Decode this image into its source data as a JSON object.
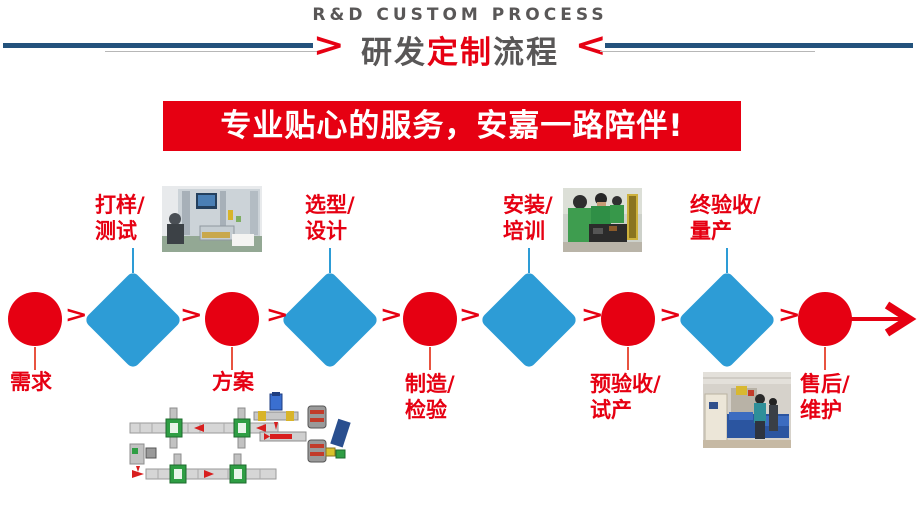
{
  "header": {
    "title_en": "R&D CUSTOM PROCESS",
    "title_cn_prefix": "研发",
    "title_cn_highlight": "定制",
    "title_cn_suffix": "流程",
    "left_chevron": ">",
    "right_chevron": "<"
  },
  "banner": {
    "text": "专业贴心的服务，安嘉一路陪伴!"
  },
  "flow": {
    "connector_chevron": ">",
    "steps": [
      {
        "type": "circle",
        "label": "需求",
        "lines": [
          "需求"
        ],
        "label_position": "below"
      },
      {
        "type": "diamond",
        "label": "打样/测试",
        "lines": [
          "打样/",
          "测试"
        ],
        "label_position": "above"
      },
      {
        "type": "circle",
        "label": "方案",
        "lines": [
          "方案"
        ],
        "label_position": "below"
      },
      {
        "type": "diamond",
        "label": "选型/设计",
        "lines": [
          "选型/",
          "设计"
        ],
        "label_position": "above"
      },
      {
        "type": "circle",
        "label": "制造/检验",
        "lines": [
          "制造/",
          "检验"
        ],
        "label_position": "below"
      },
      {
        "type": "diamond",
        "label": "安装/培训",
        "lines": [
          "安装/",
          "培训"
        ],
        "label_position": "above"
      },
      {
        "type": "circle",
        "label": "预验收/试产",
        "lines": [
          "预验收/",
          "试产"
        ],
        "label_position": "below"
      },
      {
        "type": "diamond",
        "label": "终验收/量产",
        "lines": [
          "终验收/",
          "量产"
        ],
        "label_position": "above"
      },
      {
        "type": "circle",
        "label": "售后/维护",
        "lines": [
          "售后/",
          "维护"
        ],
        "label_position": "below"
      }
    ],
    "images": [
      {
        "name": "prototype-testing-photo"
      },
      {
        "name": "installation-training-photo"
      },
      {
        "name": "aftersales-machine-photo"
      },
      {
        "name": "production-line-schematic"
      }
    ]
  },
  "colors": {
    "red": "#e60012",
    "blue": "#2d9cd6",
    "navy": "#23527c",
    "gray_text": "#595757"
  }
}
